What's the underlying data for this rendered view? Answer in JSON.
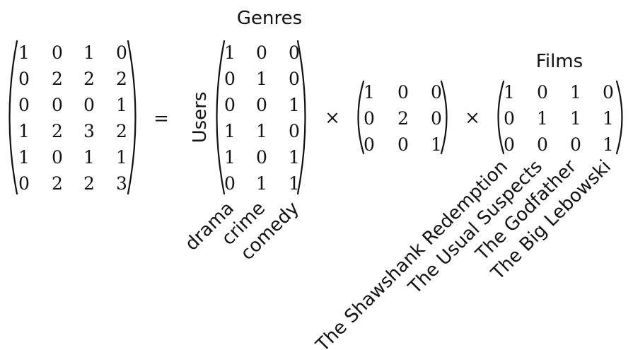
{
  "equation": {
    "result_matrix": [
      [
        "1",
        "0",
        "1",
        "0"
      ],
      [
        "0",
        "2",
        "2",
        "2"
      ],
      [
        "0",
        "0",
        "0",
        "1"
      ],
      [
        "1",
        "2",
        "3",
        "2"
      ],
      [
        "1",
        "0",
        "1",
        "1"
      ],
      [
        "0",
        "2",
        "2",
        "3"
      ]
    ],
    "equals_sign": "=",
    "times_sign": "×",
    "user_genre_matrix": [
      [
        "1",
        "0",
        "0"
      ],
      [
        "0",
        "1",
        "0"
      ],
      [
        "0",
        "0",
        "1"
      ],
      [
        "1",
        "1",
        "0"
      ],
      [
        "1",
        "0",
        "1"
      ],
      [
        "0",
        "1",
        "1"
      ]
    ],
    "weight_matrix": [
      [
        "1",
        "0",
        "0"
      ],
      [
        "0",
        "2",
        "0"
      ],
      [
        "0",
        "0",
        "1"
      ]
    ],
    "genre_film_matrix": [
      [
        "1",
        "0",
        "1",
        "0"
      ],
      [
        "0",
        "1",
        "1",
        "1"
      ],
      [
        "0",
        "0",
        "0",
        "1"
      ]
    ]
  },
  "labels": {
    "genres": "Genres",
    "users": "Users",
    "films": "Films",
    "genre_names": [
      "drama",
      "crime",
      "comedy"
    ],
    "film_names": [
      "The Shawshank Redemption",
      "The Usual Suspects",
      "The Godfather",
      "The Big Lebowski"
    ]
  }
}
